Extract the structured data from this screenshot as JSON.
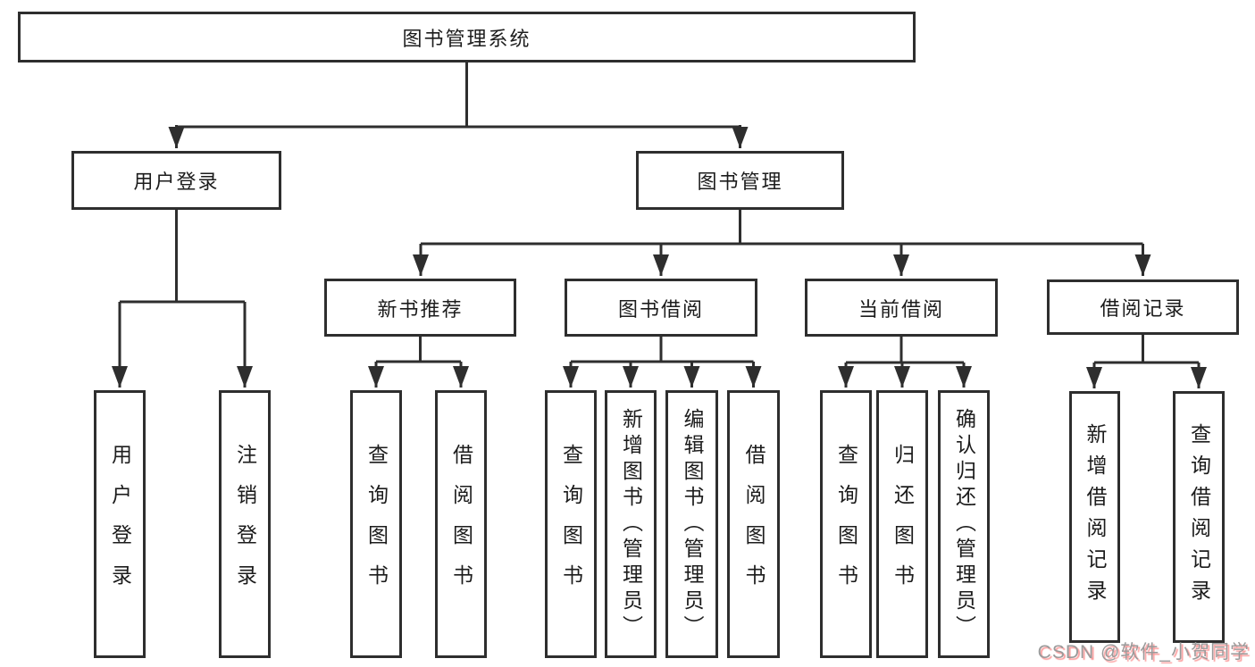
{
  "tree": {
    "root": "图书管理系统",
    "branches": [
      {
        "label": "用户登录",
        "leaves": [
          "用户登录",
          "注销登录"
        ]
      },
      {
        "label": "图书管理",
        "sections": [
          {
            "label": "新书推荐",
            "leaves": [
              "查询图书",
              "借阅图书"
            ]
          },
          {
            "label": "图书借阅",
            "leaves": [
              "查询图书",
              "新增图书（管理员）",
              "编辑图书（管理员）",
              "借阅图书"
            ]
          },
          {
            "label": "当前借阅",
            "leaves": [
              "查询图书",
              "归还图书",
              "确认归还（管理员）"
            ]
          },
          {
            "label": "借阅记录",
            "leaves": [
              "新增借阅记录",
              "查询借阅记录"
            ]
          }
        ]
      }
    ]
  },
  "watermark": "CSDN @软件_小贺同学",
  "colors": {
    "line": "#2e2e2e",
    "text": "#1c1c1c",
    "background": "#ffffff",
    "watermark_text": "#9a9a9a",
    "watermark_shadow": "#fa7878"
  }
}
